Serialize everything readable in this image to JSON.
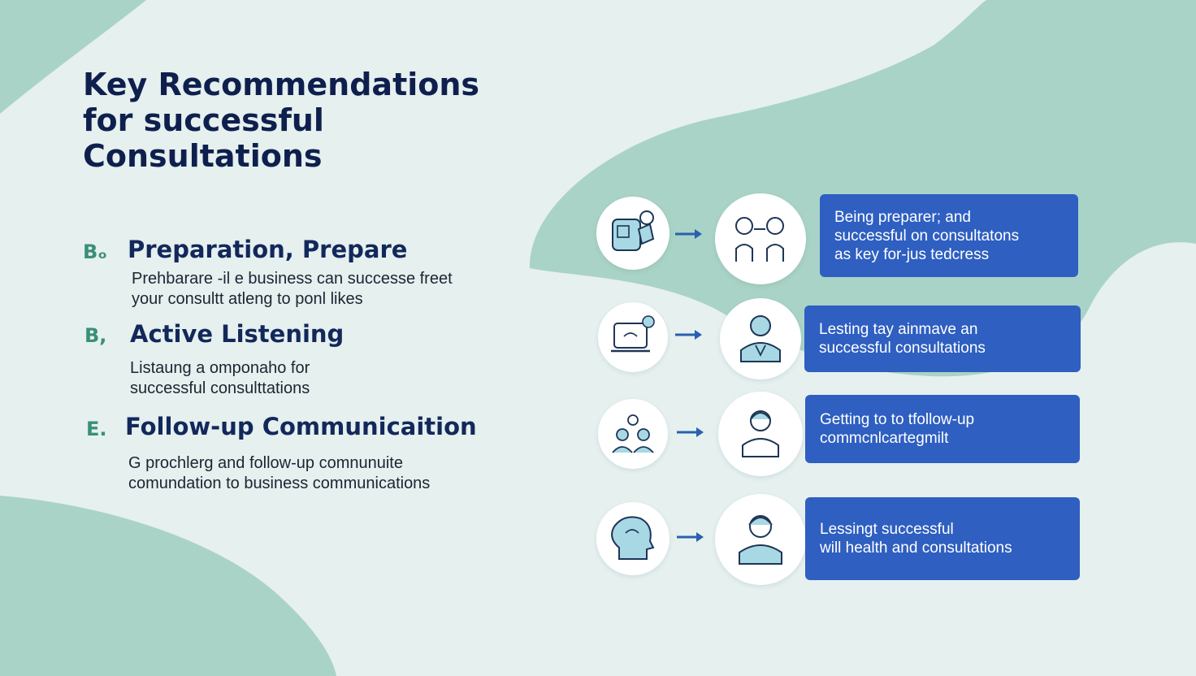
{
  "title_lines": [
    "Key Recommendations",
    "for successful",
    "Consultations"
  ],
  "sections": [
    {
      "marker": "Bₒ",
      "heading": "Preparation, Prepare",
      "body": [
        "Prehbarare  -il e business can successe freet",
        "your consultt atleng  to ponl likes"
      ]
    },
    {
      "marker": "B,",
      "heading": "Active Listening",
      "body": [
        "Listaung  a omponaho for",
        "successful consulttations"
      ]
    },
    {
      "marker": "E.",
      "heading": "Follow-up Communicaition",
      "body": [
        "G prochlerg and follow-up comnunuite",
        "comundation to business communications"
      ]
    }
  ],
  "steps": [
    {
      "left_icon": "tablet-chat-icon",
      "right_icon": "doctors-meeting-icon",
      "card_lines": [
        "Being preparer; and",
        "successful on consultatons",
        "as key for-jus tedcress"
      ]
    },
    {
      "left_icon": "laptop-chat-icon",
      "right_icon": "doctor-icon",
      "card_lines": [
        "Lesting tay ainmave an",
        "successful consultations"
      ]
    },
    {
      "left_icon": "team-discussion-icon",
      "right_icon": "female-doctor-icon",
      "card_lines": [
        "Getting to to tfollow-up",
        "commcnlcartegmilt"
      ]
    },
    {
      "left_icon": "head-profile-icon",
      "right_icon": "nurse-icon",
      "card_lines": [
        "Lessingt successful",
        "will health and consultations"
      ]
    }
  ],
  "colors": {
    "background": "#e5f0ef",
    "blob": "#a9d3c6",
    "title": "#0f1f4d",
    "marker": "#3a8f78",
    "card": "#2e5fc1",
    "arrow": "#2b5fae",
    "icon_stroke": "#1d3557",
    "icon_fill": "#a8d8e4"
  }
}
